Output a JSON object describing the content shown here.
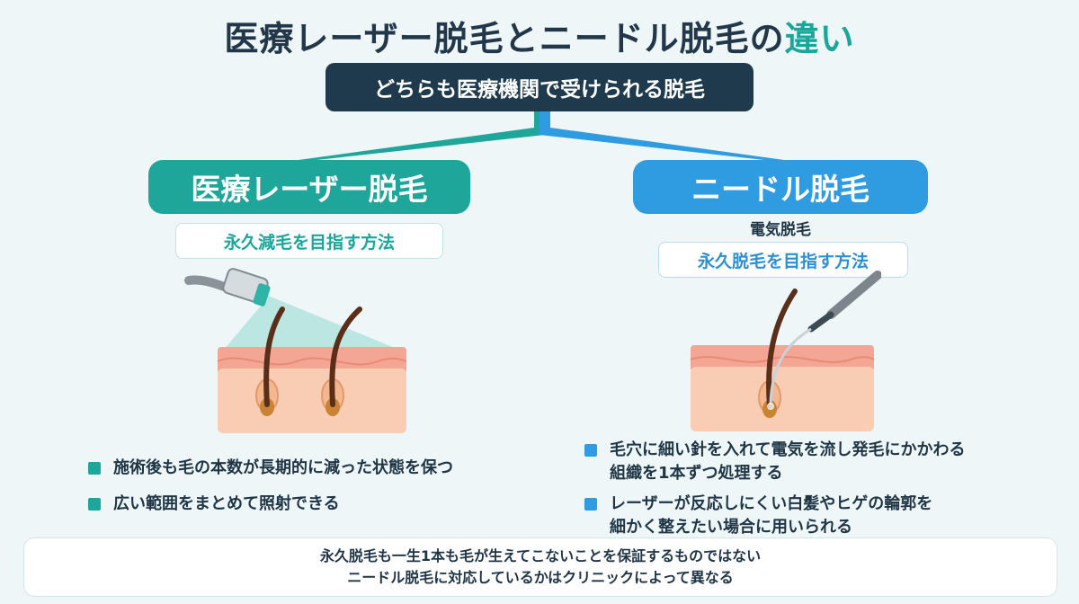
{
  "header": {
    "title_main": "医療レーザー脱毛とニードル脱毛の",
    "title_accent": "違い",
    "subtitle": "どちらも医療機関で受けられる脱毛"
  },
  "laser": {
    "title": "医療レーザー脱毛",
    "tag": "永久減毛を目指す方法",
    "bullets": [
      "施術後も毛の本数が長期的に減った状態を保つ",
      "広い範囲をまとめて照射できる"
    ]
  },
  "needle": {
    "title": "ニードル脱毛",
    "alt_name": "電気脱毛",
    "tag": "永久脱毛を目指す方法",
    "bullets": [
      [
        "毛穴に細い針を入れて電気を流し発毛にかかわる",
        "組織を1本ずつ処理する"
      ],
      [
        "レーザーが反応しにくい白髪やヒゲの輪郭を",
        "細かく整えたい場合に用いられる"
      ]
    ]
  },
  "note": {
    "line1": "永久脱毛も一生1本も毛が生えてこないことを保証するものではない",
    "line2": "ニードル脱毛に対応しているかはクリニックによって異なる"
  },
  "colors": {
    "teal": "#1fa69a",
    "blue": "#2f9be0",
    "navy": "#1e3a4c",
    "skin": "#f6c9ae"
  },
  "icons": {
    "laser_device": "laser-handpiece-icon",
    "needle_device": "needle-probe-icon",
    "skin_cross_section": "skin-hair-cross-section-icon"
  }
}
